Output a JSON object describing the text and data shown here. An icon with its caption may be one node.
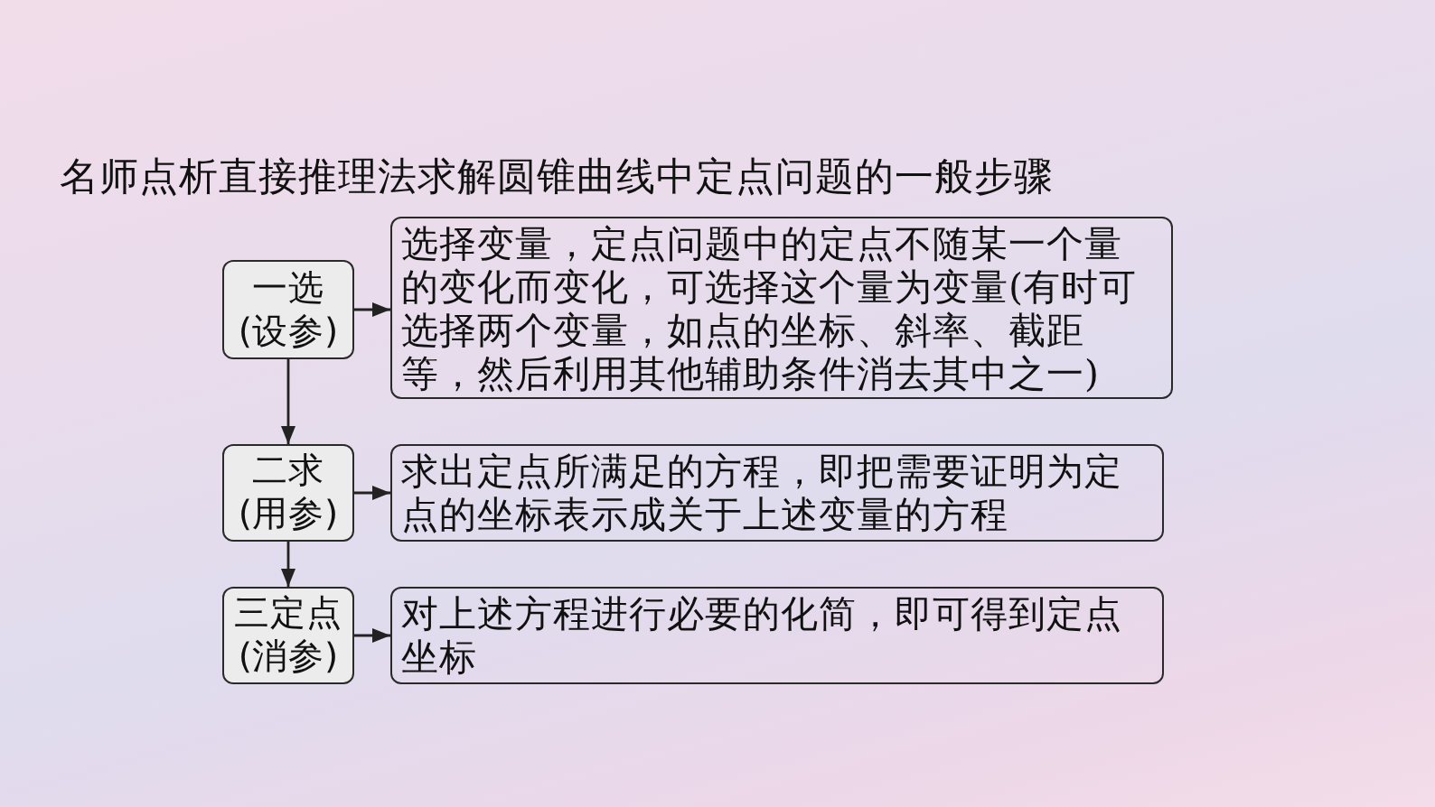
{
  "diagram": {
    "title": "名师点析直接推理法求解圆锥曲线中定点问题的一般步骤",
    "nodes": [
      {
        "text": [
          "一选",
          "(设参)"
        ]
      },
      {
        "text": [
          "选择变量，定点问题中的定点不随某一个量的变化而变化，可选择这个量为变量(有时可选择两个变量，如点的坐标、斜率、截距等，然后利用其他辅助条件消去其中之一)"
        ]
      },
      {
        "text": [
          "二求",
          "(用参)"
        ]
      },
      {
        "text": [
          "求出定点所满足的方程，即把需要证明为定点的坐标表示成关于上述变量的方程"
        ]
      },
      {
        "text": [
          "三定点",
          "(消参)"
        ]
      },
      {
        "text": [
          "对上述方程进行必要的化简，即可得到定点坐标"
        ]
      }
    ],
    "edges": [
      {
        "from": 0,
        "to": 1,
        "arrow": "to"
      },
      {
        "from": 0,
        "to": 2,
        "arrow": "to"
      },
      {
        "from": 2,
        "to": 3,
        "arrow": "to"
      },
      {
        "from": 2,
        "to": 4,
        "arrow": "to"
      },
      {
        "from": 4,
        "to": 5,
        "arrow": "to"
      }
    ]
  }
}
